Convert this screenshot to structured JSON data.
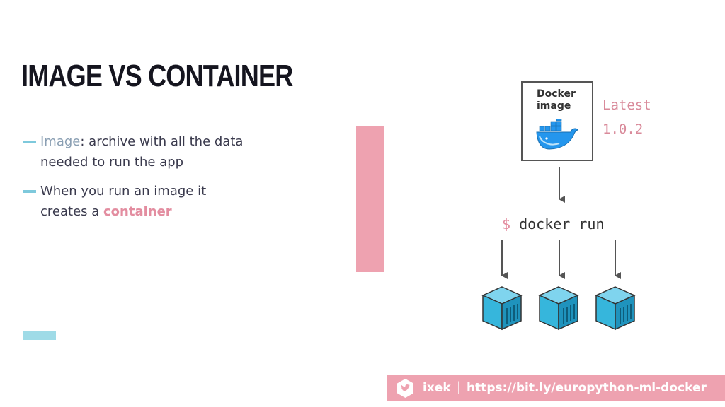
{
  "slide": {
    "title": "IMAGE VS CONTAINER",
    "bullets": [
      {
        "highlight": "Image",
        "rest": ": archive with all the data needed to run the app"
      },
      {
        "prefix": "When you run an image it creates a ",
        "highlight": "container"
      }
    ]
  },
  "diagram": {
    "image_label_line1": "Docker",
    "image_label_line2": "image",
    "tags": [
      "Latest",
      "1.0.2"
    ],
    "command_prompt": "$",
    "command": "docker run",
    "container_count": 3,
    "icons": [
      "docker-whale-icon",
      "container-cube-icon",
      "arrow-down-icon"
    ]
  },
  "footer": {
    "handle": "ixek",
    "separator": "|",
    "url": "https://bit.ly/europython-ml-docker",
    "icon": "twitter-bird-icon"
  },
  "colors": {
    "accent_pink": "#eea2b0",
    "accent_teal": "#9fdbe7",
    "container_blue": "#2bb1d8",
    "title": "#15151f"
  }
}
